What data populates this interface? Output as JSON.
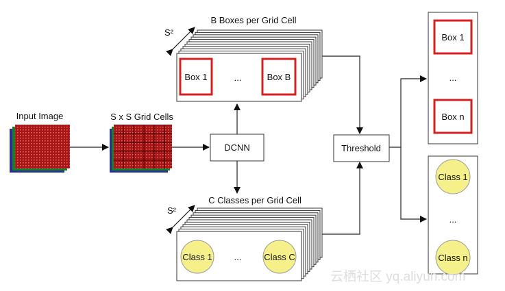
{
  "labels": {
    "input_image": "Input Image",
    "grid_cells": "S x S Grid Cells",
    "dcnn": "DCNN",
    "boxes_per_cell": "B Boxes per Grid Cell",
    "classes_per_cell": "C Classes per Grid Cell",
    "s2_top": "S²",
    "s2_bottom": "S²",
    "box1": "Box 1",
    "boxB": "Box B",
    "ellipsis_top": "...",
    "class1": "Class 1",
    "classC": "Class C",
    "ellipsis_bottom": "...",
    "threshold": "Threshold",
    "out_box1": "Box 1",
    "out_ellipsis_boxes": "...",
    "out_boxn": "Box n",
    "out_class1": "Class 1",
    "out_ellipsis_classes": "...",
    "out_classn": "Class n"
  },
  "watermark": "云栖社区 yq.aliyun.com",
  "colors": {
    "grid_red": "#b01818",
    "box_red": "#d42020",
    "class_yellow": "#f5f08a"
  }
}
